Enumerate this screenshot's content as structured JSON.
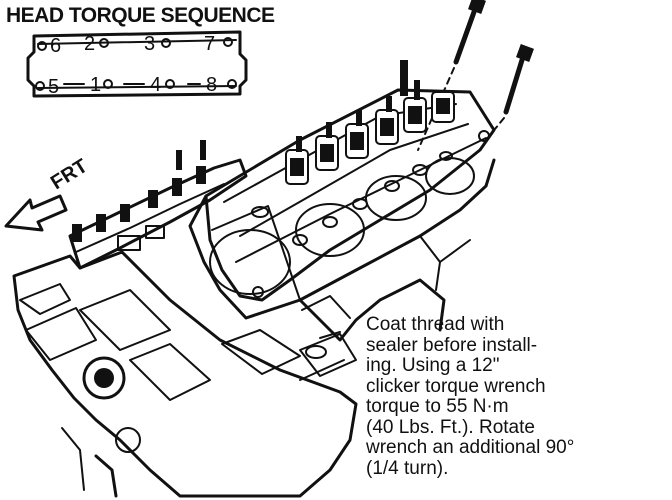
{
  "diagram": {
    "title": "HEAD TORQUE SEQUENCE",
    "bolt_sequence": {
      "top_row": [
        "6",
        "2",
        "3",
        "7"
      ],
      "bottom_row": [
        "5",
        "1",
        "4",
        "8"
      ]
    },
    "front_label": "FRT",
    "note_lines": [
      "Coat thread with",
      "sealer before install-",
      "ing. Using a 12\"",
      "clicker torque wrench",
      "torque to 55 N·m",
      "(40 Lbs. Ft.). Rotate",
      "wrench an additional 90°",
      "(1/4 turn)."
    ]
  }
}
